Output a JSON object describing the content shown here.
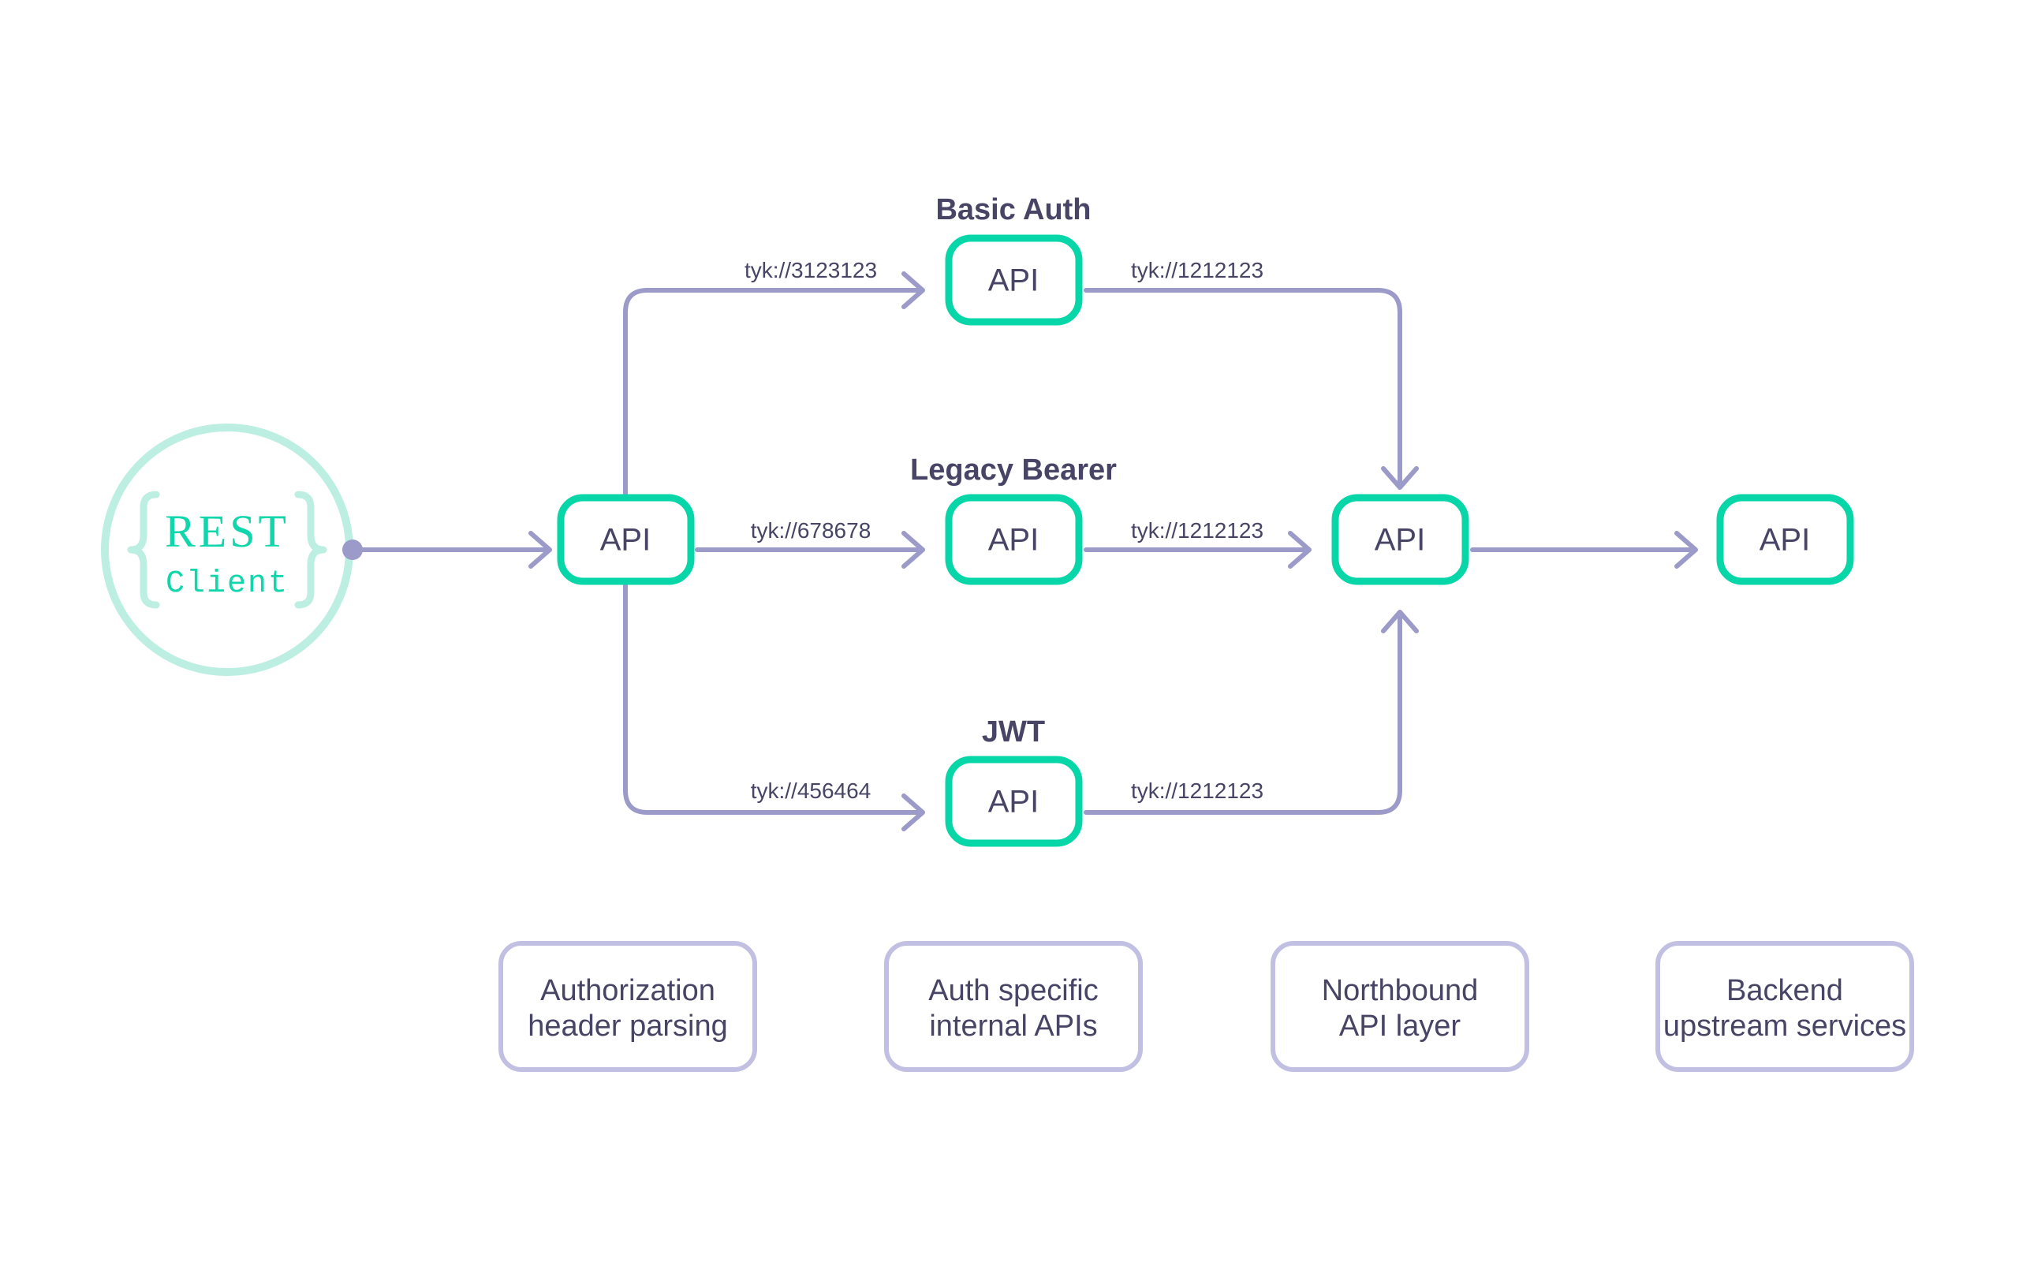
{
  "diagram": {
    "title": "Tyk multi-auth API chaining diagram",
    "colors": {
      "api_border": "#06d6a8",
      "connector": "#9b9ac8",
      "caption_border": "#c2c0e2",
      "text": "#474465",
      "client_ring": "#bdeee2",
      "client_text": "#10d6ab",
      "background": "#ffffff"
    }
  },
  "client": {
    "name": "rest-client",
    "brace_open": "{",
    "brace_close": "}",
    "line1": "REST",
    "line2": "Client"
  },
  "rows": [
    {
      "id": "basic-auth",
      "title": "Basic Auth",
      "in_label": "tyk://3123123",
      "out_label": "tyk://1212123",
      "node_label": "API"
    },
    {
      "id": "legacy-bearer",
      "title": "Legacy Bearer",
      "in_label": "tyk://678678",
      "out_label": "tyk://1212123",
      "node_label": "API"
    },
    {
      "id": "jwt",
      "title": "JWT",
      "in_label": "tyk://456464",
      "out_label": "tyk://1212123",
      "node_label": "API"
    }
  ],
  "nodes": {
    "entry": {
      "label": "API"
    },
    "basic_auth": {
      "label": "API"
    },
    "legacy_bearer": {
      "label": "API"
    },
    "jwt": {
      "label": "API"
    },
    "northbound": {
      "label": "API"
    },
    "backend": {
      "label": "API"
    }
  },
  "captions": [
    {
      "id": "authorization-header-parsing",
      "line1": "Authorization",
      "line2": "header parsing"
    },
    {
      "id": "auth-specific-internal-apis",
      "line1": "Auth specific",
      "line2": "internal APIs"
    },
    {
      "id": "northbound-api-layer",
      "line1": "Northbound",
      "line2": "API layer"
    },
    {
      "id": "backend-upstream-services",
      "line1": "Backend",
      "line2": "upstream services"
    }
  ]
}
